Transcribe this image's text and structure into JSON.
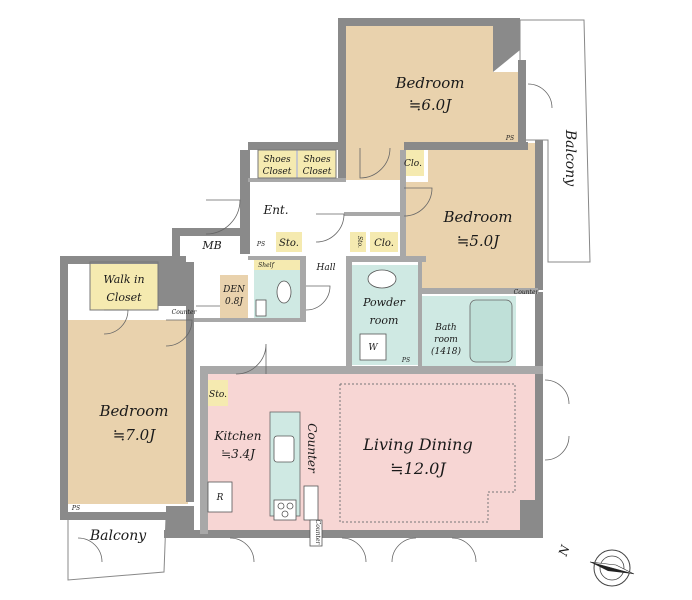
{
  "colors": {
    "bedroom": "#e9d2ad",
    "living": "#f7d6d4",
    "wet": "#cfe9e3",
    "storage": "#f5eab0",
    "wall": "#8a8a8a",
    "balcony": "#ffffff"
  },
  "rooms": {
    "bedroom_top": {
      "name": "Bedroom",
      "size": "≒6.0J"
    },
    "bedroom_mid": {
      "name": "Bedroom",
      "size": "≒5.0J"
    },
    "bedroom_left": {
      "name": "Bedroom",
      "size": "≒7.0J"
    },
    "living": {
      "name": "Living Dining",
      "size": "≒12.0J"
    },
    "kitchen": {
      "name": "Kitchen",
      "size": "≒3.4J"
    },
    "walk_in": {
      "line1": "Walk in",
      "line2": "Closet"
    },
    "den": {
      "line1": "DEN",
      "line2": "0.8J"
    },
    "powder": {
      "line1": "Powder",
      "line2": "room"
    },
    "bath": {
      "line1": "Bath",
      "line2": "room",
      "line3": "(1418)"
    },
    "shoes_1": {
      "line1": "Shoes",
      "line2": "Closet"
    },
    "shoes_2": {
      "line1": "Shoes",
      "line2": "Closet"
    }
  },
  "labels": {
    "entrance": "Ent.",
    "hall": "Hall",
    "mb": "MB",
    "ps": "PS",
    "sto": "Sto.",
    "clo": "Clo.",
    "shelf": "Shelf",
    "counter": "Counter",
    "refrigerator": "R",
    "washer": "W",
    "balcony_right": "Balcony",
    "balcony_left": "Balcony",
    "north": "N"
  }
}
